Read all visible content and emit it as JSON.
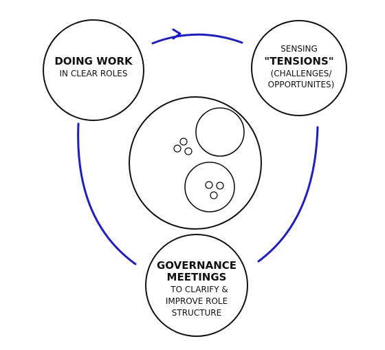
{
  "nodes": {
    "doing_work": {
      "title": "DOING WORK",
      "subtitle": "IN CLEAR ROLES"
    },
    "sensing": {
      "line1": "SENSING",
      "line2": "\"TENSIONS\"",
      "line3": "(CHALLENGES/",
      "line4": "OPPORTUNITES)"
    },
    "governance": {
      "title1": "GOVERNANCE",
      "title2": "MEETINGS",
      "line1": "TO CLARIFY &",
      "line2": "IMPROVE ROLE",
      "line3": "STRUCTURE"
    }
  },
  "colors": {
    "cycle_arrow": "#1a1adb",
    "outline": "#111111",
    "background": "#ffffff"
  },
  "center_graphic": {
    "description_icons": [
      "outer-org-circle",
      "sub-circle-empty",
      "sub-circle-with-roles",
      "role-dots"
    ],
    "group_left_dots": 3,
    "group_bottom_dots": 3
  }
}
